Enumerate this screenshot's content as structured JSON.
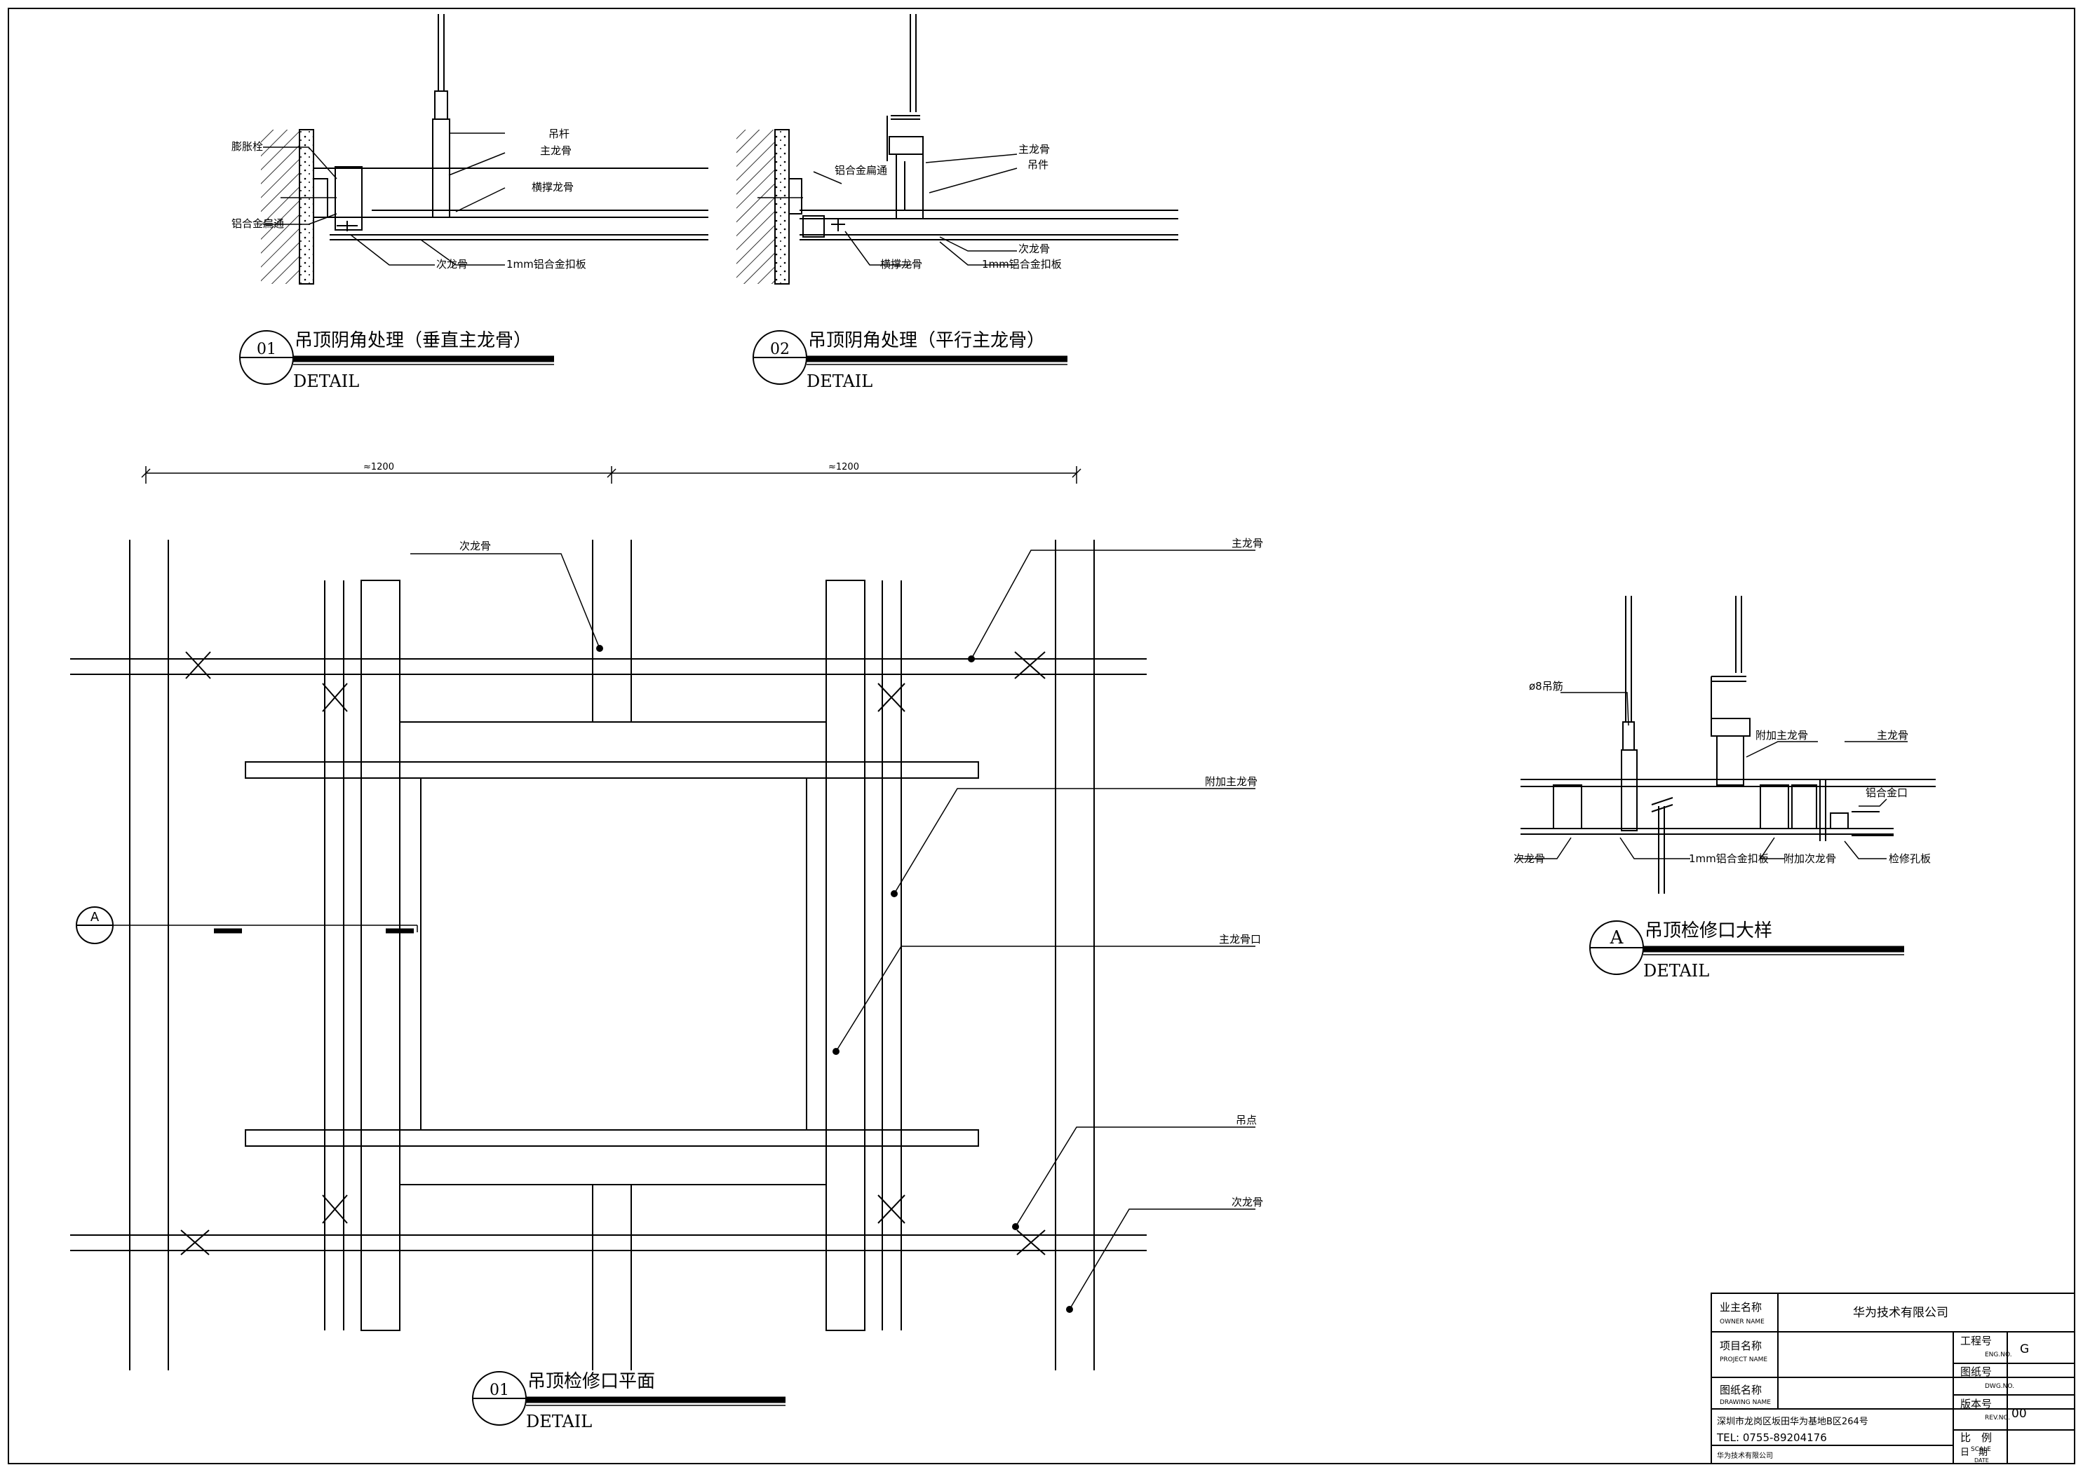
{
  "detail_01_corner": {
    "number": "01",
    "title": "吊顶阴角处理（垂直主龙骨）",
    "subtitle": "DETAIL",
    "labels": {
      "hanger": "吊杆",
      "main_keel": "主龙骨",
      "edge_keel": "横撑龙骨",
      "expansion_bolt": "膨胀栓",
      "alu_channel": "铝合金扁通",
      "secondary_keel": "次龙骨",
      "alu_panel": "1mm铝合金扣板"
    }
  },
  "detail_02_corner": {
    "number": "02",
    "title": "吊顶阴角处理（平行主龙骨）",
    "subtitle": "DETAIL",
    "labels": {
      "main_keel": "主龙骨",
      "hanger": "吊件",
      "alu_channel": "铝合金扁通",
      "secondary_keel": "次龙骨",
      "alu_panel": "1mm铝合金扣板",
      "edge_keel": "横撑龙骨"
    }
  },
  "plan_01": {
    "number": "01",
    "title": "吊顶检修口平面",
    "subtitle": "DETAIL",
    "dim_left": "≈1200",
    "dim_right": "≈1200",
    "section_mark": "A",
    "labels": {
      "secondary_keel_top": "次龙骨",
      "main_keel": "主龙骨",
      "extra_main_keel": "附加主龙骨",
      "main_keel_opening": "主龙骨口",
      "hanging_point": "吊点",
      "secondary_keel_bottom": "次龙骨"
    }
  },
  "detail_A": {
    "mark": "A",
    "title": "吊顶检修口大样",
    "subtitle": "DETAIL",
    "labels": {
      "rod": "ø8吊筋",
      "extra_main_keel": "附加主龙骨",
      "main_keel": "主龙骨",
      "alu_edge": "铝合金口",
      "secondary_keel": "次龙骨",
      "alu_panel": "1mm铝合金扣板",
      "extra_secondary_keel": "附加次龙骨",
      "access_panel": "检修孔板"
    }
  },
  "title_block": {
    "owner_label": "业主名称",
    "owner_label_en": "OWNER NAME",
    "owner_value": "华为技术有限公司",
    "project_label": "项目名称",
    "project_label_en": "PROJECT NAME",
    "drawing_label": "图纸名称",
    "drawing_label_en": "DRAWING NAME",
    "eng_label": "工程号",
    "eng_label_en": "ENG.NO.",
    "eng_value": "G",
    "dwg_label": "图纸号",
    "dwg_label_en": "DWG.NO.",
    "rev_label": "版本号",
    "rev_label_en": "REV.NO.",
    "rev_value": "00",
    "scale_label": "比　例",
    "scale_label_en": "SCALE",
    "date_label": "日　期",
    "date_label_en": "DATE",
    "address": "深圳市龙岗区坂田华为基地B区264号",
    "tel": "TEL: 0755-89204176",
    "footer": "华为技术有限公司"
  }
}
